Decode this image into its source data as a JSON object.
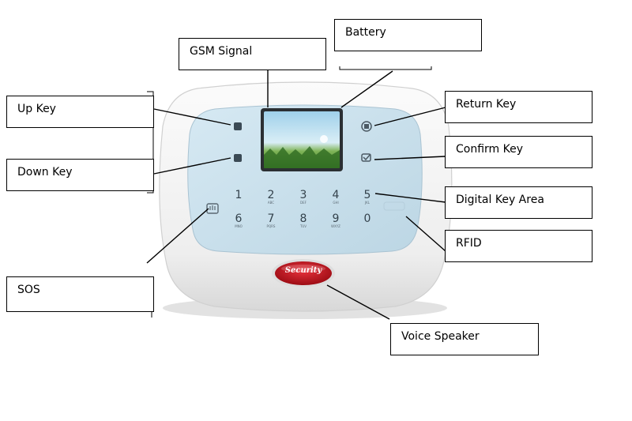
{
  "callouts": {
    "gsm_signal": "GSM Signal",
    "battery": "Battery",
    "up_key": "Up Key",
    "down_key": "Down Key",
    "return_key": "Return Key",
    "confirm_key": "Confirm Key",
    "digital_key_area": "Digital Key Area",
    "rfid": "RFID",
    "sos": "SOS",
    "voice_speaker": "Voice Speaker"
  },
  "keypad": {
    "digits_row1": [
      "1",
      "2",
      "3",
      "4",
      "5"
    ],
    "digits_row2": [
      "6",
      "7",
      "8",
      "9",
      "0"
    ],
    "sublabels_row1": [
      "",
      "ABC",
      "DEF",
      "GHI",
      "JKL"
    ],
    "sublabels_row2": [
      "MNO",
      "PQRS",
      "TUV",
      "WXYZ",
      ""
    ]
  },
  "speaker_badge": "Security",
  "colors": {
    "panel_blue": "#cfe3ee",
    "speaker_red": "#c8101c",
    "case_white": "#f3f3f3"
  }
}
